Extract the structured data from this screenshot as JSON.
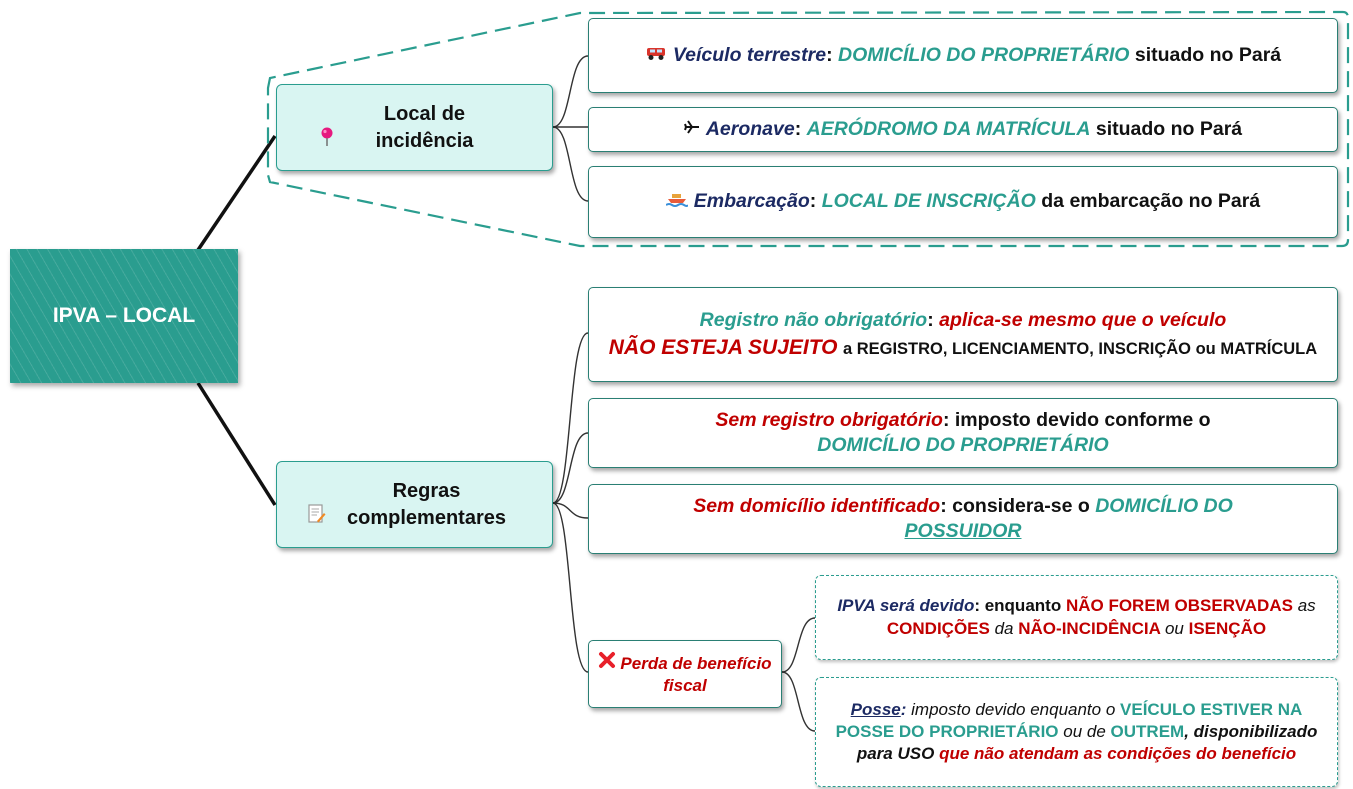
{
  "root": {
    "label": "IPVA – LOCAL"
  },
  "colors": {
    "teal": "#2a9d8f",
    "red": "#c00000",
    "navy": "#1c2a63",
    "mid_fill": "#d9f5f2"
  },
  "local": {
    "icon": "pushpin-icon",
    "label": "Local de incidência",
    "items": [
      {
        "icon": "car-icon",
        "term": "Veículo terrestre",
        "colon": ":",
        "value": "DOMICÍLIO DO PROPRIETÁRIO",
        "rest": "situado no Pará"
      },
      {
        "icon": "airplane-icon",
        "term": "Aeronave",
        "colon": ":",
        "value": "AERÓDROMO DA MATRÍCULA",
        "rest": "situado no Pará"
      },
      {
        "icon": "boat-icon",
        "term": "Embarcação",
        "colon": ":",
        "value": "LOCAL DE INSCRIÇÃO",
        "rest": "da embarcação no Pará"
      }
    ]
  },
  "regras": {
    "icon": "memo-icon",
    "label": "Regras complementares",
    "items": [
      {
        "term": "Registro não obrigatório",
        "colon": ":",
        "red": "aplica-se mesmo que o veículo",
        "red_big": "NÃO ESTEJA SUJEITO",
        "small": "a REGISTRO, LICENCIAMENTO, INSCRIÇÃO ou MATRÍCULA"
      },
      {
        "term": "Sem registro obrigatório",
        "colon": ":",
        "plain": "imposto devido conforme o",
        "value": "DOMICÍLIO DO PROPRIETÁRIO"
      },
      {
        "term": "Sem domicílio identificado",
        "colon": ":",
        "plain": "considera-se o",
        "value1": "DOMICÍLIO DO",
        "value2": "POSSUIDOR"
      }
    ]
  },
  "perda": {
    "icon": "cross-mark-icon",
    "label": "Perda de benefício fiscal",
    "items": [
      {
        "t1": "IPVA será devido",
        "t2": ": enquanto",
        "t3": "NÃO FOREM OBSERVADAS",
        "t4": "as",
        "t5": "CONDIÇÕES",
        "t6": "da",
        "t7": "NÃO-INCIDÊNCIA",
        "t8": "ou",
        "t9": "ISENÇÃO"
      },
      {
        "t1": "Posse",
        "t2": ":",
        "t3": "imposto devido enquanto o",
        "t4": "VEÍCULO ESTIVER NA POSSE DO PROPRIETÁRIO",
        "t5": "ou de",
        "t6": "OUTREM",
        "t7": ", disponibilizado para USO",
        "t8": "que não atendam as condições do benefício"
      }
    ]
  }
}
